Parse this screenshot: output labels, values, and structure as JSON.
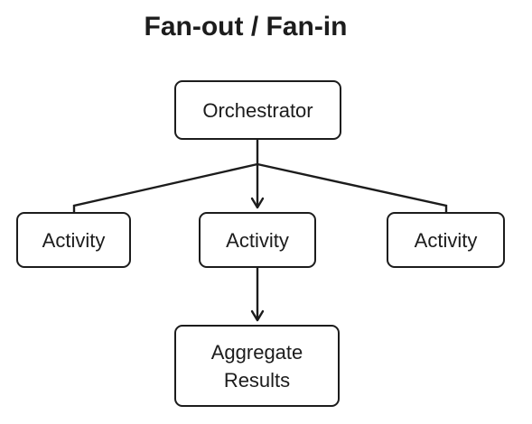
{
  "title": "Fan-out / Fan-in",
  "nodes": {
    "orchestrator": "Orchestrator",
    "activity_left": "Activity",
    "activity_center": "Activity",
    "activity_right": "Activity",
    "aggregate_line1": "Aggregate",
    "aggregate_line2": "Results"
  },
  "colors": {
    "stroke": "#1c1c1c",
    "background": "#ffffff"
  }
}
